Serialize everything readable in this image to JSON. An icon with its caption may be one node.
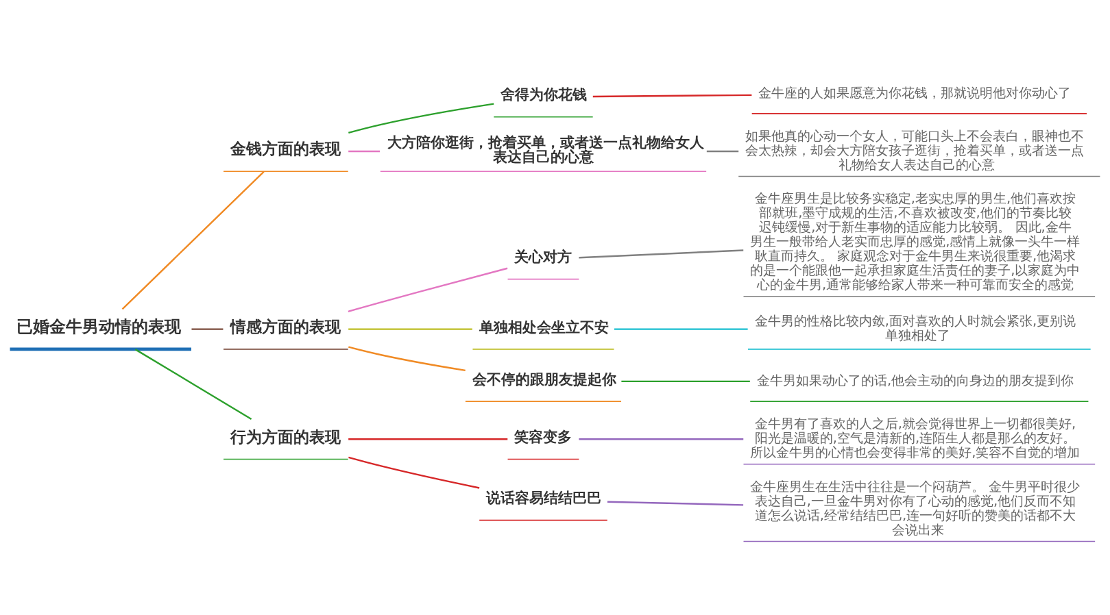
{
  "diagram": {
    "nodes": [
      {
        "text": [
          "已婚金牛男动情的表现"
        ]
      },
      {
        "text": [
          "金钱方面的表现"
        ]
      },
      {
        "text": [
          "舍得为你花钱"
        ]
      },
      {
        "text": [
          "金牛座的人如果愿意为你花钱，那就说明他对你动心了"
        ]
      },
      {
        "text": [
          "大方陪你逛街，抢着买单，或者送一点礼物给女人表达自己的心意"
        ]
      },
      {
        "text": [
          "如果他真的心动一个女人，可能口头上不会表白，眼神也不会太热辣，却会大方陪女孩子逛街，抢着买单，或者送一点礼物给女人表达自己的心意"
        ]
      },
      {
        "text": [
          "情感方面的表现"
        ]
      },
      {
        "text": [
          "关心对方"
        ]
      },
      {
        "text": [
          "金牛座男生是比较务实稳定,老实忠厚的男生,他们喜欢按部就班,墨守成规的生活,不喜欢被改变,他们的节奏比较迟钝缓慢,对于新生事物的适应能力比较弱。 因此,金牛男生一般带给人老实而忠厚的感觉,感情上就像一头牛一样耿直而持久。 家庭观念对于金牛男生来说很重要,他渴求的是一个能跟他一起承担家庭生活责任的妻子,以家庭为中心的金牛男,通常能够给家人带来一种可靠而安全的感觉"
        ]
      },
      {
        "text": [
          "单独相处会坐立不安"
        ]
      },
      {
        "text": [
          "金牛男的性格比较内敛,面对喜欢的人时就会紧张,更别说单独相处了"
        ]
      },
      {
        "text": [
          "会不停的跟朋友提起你"
        ]
      },
      {
        "text": [
          "金牛男如果动心了的话,他会主动的向身边的朋友提到你"
        ]
      },
      {
        "text": [
          "行为方面的表现"
        ]
      },
      {
        "text": [
          "笑容变多"
        ]
      },
      {
        "text": [
          "金牛男有了喜欢的人之后,就会觉得世界上一切都很美好,阳光是温暖的,空气是清新的,连陌生人都是那么的友好。所以金牛男的心情也会变得非常的美好,笑容不自觉的增加"
        ]
      },
      {
        "text": [
          "说话容易结结巴巴"
        ]
      },
      {
        "text": [
          "金牛座男生在生活中往往是一个闷葫芦。 金牛男平时很少表达自己,一旦金牛男对你有了心动的感觉,他们反而不知道怎么说话,经常结结巴巴,连一句好听的赞美的话都不大会说出来"
        ]
      }
    ],
    "edges": [
      {
        "from": 0,
        "to": 1,
        "arrow": "none",
        "color": "#f08a24"
      },
      {
        "from": 1,
        "to": 2,
        "arrow": "none",
        "color": "#2ca02c"
      },
      {
        "from": 2,
        "to": 3,
        "arrow": "none",
        "color": "#d62728"
      },
      {
        "from": 1,
        "to": 4,
        "arrow": "none",
        "color": "#e377c2"
      },
      {
        "from": 4,
        "to": 5,
        "arrow": "none",
        "color": "#808080"
      },
      {
        "from": 0,
        "to": 6,
        "arrow": "none",
        "color": "#7a4a3a"
      },
      {
        "from": 6,
        "to": 7,
        "arrow": "none",
        "color": "#e377c2"
      },
      {
        "from": 7,
        "to": 8,
        "arrow": "none",
        "color": "#808080"
      },
      {
        "from": 6,
        "to": 9,
        "arrow": "none",
        "color": "#bcbd22"
      },
      {
        "from": 9,
        "to": 10,
        "arrow": "none",
        "color": "#17becf"
      },
      {
        "from": 6,
        "to": 11,
        "arrow": "none",
        "color": "#f08a24"
      },
      {
        "from": 11,
        "to": 12,
        "arrow": "none",
        "color": "#2ca02c"
      },
      {
        "from": 0,
        "to": 13,
        "arrow": "none",
        "color": "#2ca02c"
      },
      {
        "from": 13,
        "to": 14,
        "arrow": "none",
        "color": "#d62728"
      },
      {
        "from": 14,
        "to": 15,
        "arrow": "none",
        "color": "#9467bd"
      },
      {
        "from": 13,
        "to": 16,
        "arrow": "none",
        "color": "#d62728"
      },
      {
        "from": 16,
        "to": 17,
        "arrow": "none",
        "color": "#9467bd"
      }
    ]
  }
}
